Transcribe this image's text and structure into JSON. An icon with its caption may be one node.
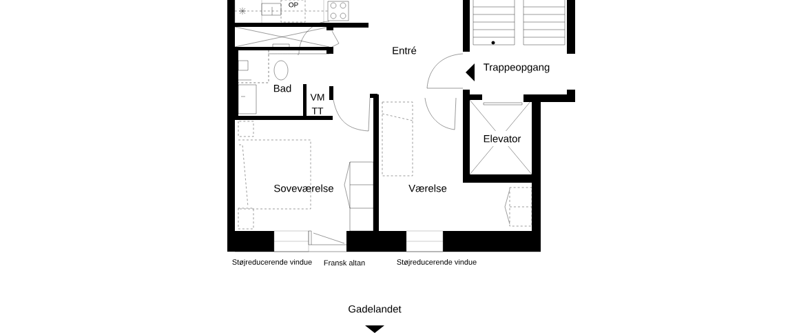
{
  "diagram": {
    "labels": [
      "OP",
      "Entré",
      "Trappeopgang",
      "Bad",
      "VM",
      "TT",
      "Elevator",
      "Soveværelse",
      "Værelse",
      "Støjreducerende vindue",
      "Fransk altan",
      "Støjreducerende vindue",
      "Gadelandet"
    ]
  }
}
